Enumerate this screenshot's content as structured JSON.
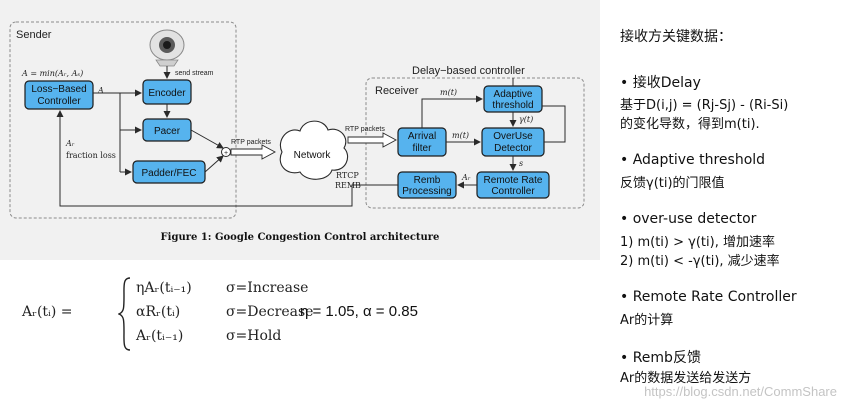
{
  "diagram": {
    "sender_label": "Sender",
    "controller_label": "Delay−based controller",
    "receiver_label": "Receiver",
    "blocks": {
      "loss_line1": "Loss−Based",
      "loss_line2": "Controller",
      "encoder": "Encoder",
      "pacer": "Pacer",
      "padder": "Padder/FEC",
      "network": "Network",
      "arrival_line1": "Arrival",
      "arrival_line2": "filter",
      "adaptive_line1": "Adaptive",
      "adaptive_line2": "threshold",
      "overuse_line1": "OverUse",
      "overuse_line2": "Detector",
      "remb_line1": "Remb",
      "remb_line2": "Processing",
      "rrc_line1": "Remote Rate",
      "rrc_line2": "Controller"
    },
    "labels": {
      "send_stream": "send stream",
      "a_formula": "A = min(Aᵣ, Aₛ)",
      "a": "A",
      "ar": "Aᵣ",
      "fraction_loss": "fraction loss",
      "rtp_packets_1": "RTP packets",
      "rtp_packets_2": "RTP packets",
      "m_t_1": "m(t)",
      "m_t_2": "m(t)",
      "gamma_t": "γ(t)",
      "s": "s",
      "ar_right": "Aᵣ",
      "rtcp": "RTCP",
      "remb": "REMB",
      "plus": "+"
    }
  },
  "caption": "Figure 1: Google Congestion Control architecture",
  "formula": {
    "lhs": "Aᵣ(tᵢ) =",
    "rows": [
      {
        "expr": "ηAᵣ(tᵢ₋₁)",
        "cond": "σ=Increase"
      },
      {
        "expr": "αRᵣ(tᵢ)",
        "cond": "σ=Decrease"
      },
      {
        "expr": "Aᵣ(tᵢ₋₁)",
        "cond": "σ=Hold"
      }
    ],
    "params": "η = 1.05, α = 0.85"
  },
  "notes": {
    "heading": "接收方关键数据：",
    "b1": "•   接收Delay",
    "b1_l1": "基于D(i,j) = (Rj-Sj) - (Ri-Si)",
    "b1_l2": "的变化导数，得到m(ti).",
    "b2": "•   Adaptive threshold",
    "b2_l1": "反馈γ(ti)的门限值",
    "b3": "•   over-use detector",
    "b3_l1": "1) m(ti) > γ(ti), 增加速率",
    "b3_l2": "2) m(ti) < -γ(ti),  减少速率",
    "b4": "•   Remote Rate Controller",
    "b4_l1": "Ar的计算",
    "b5": "•   Remb反馈",
    "b5_l1": "Ar的数据发送给发送方"
  },
  "watermark": "https://blog.csdn.net/CommShare"
}
